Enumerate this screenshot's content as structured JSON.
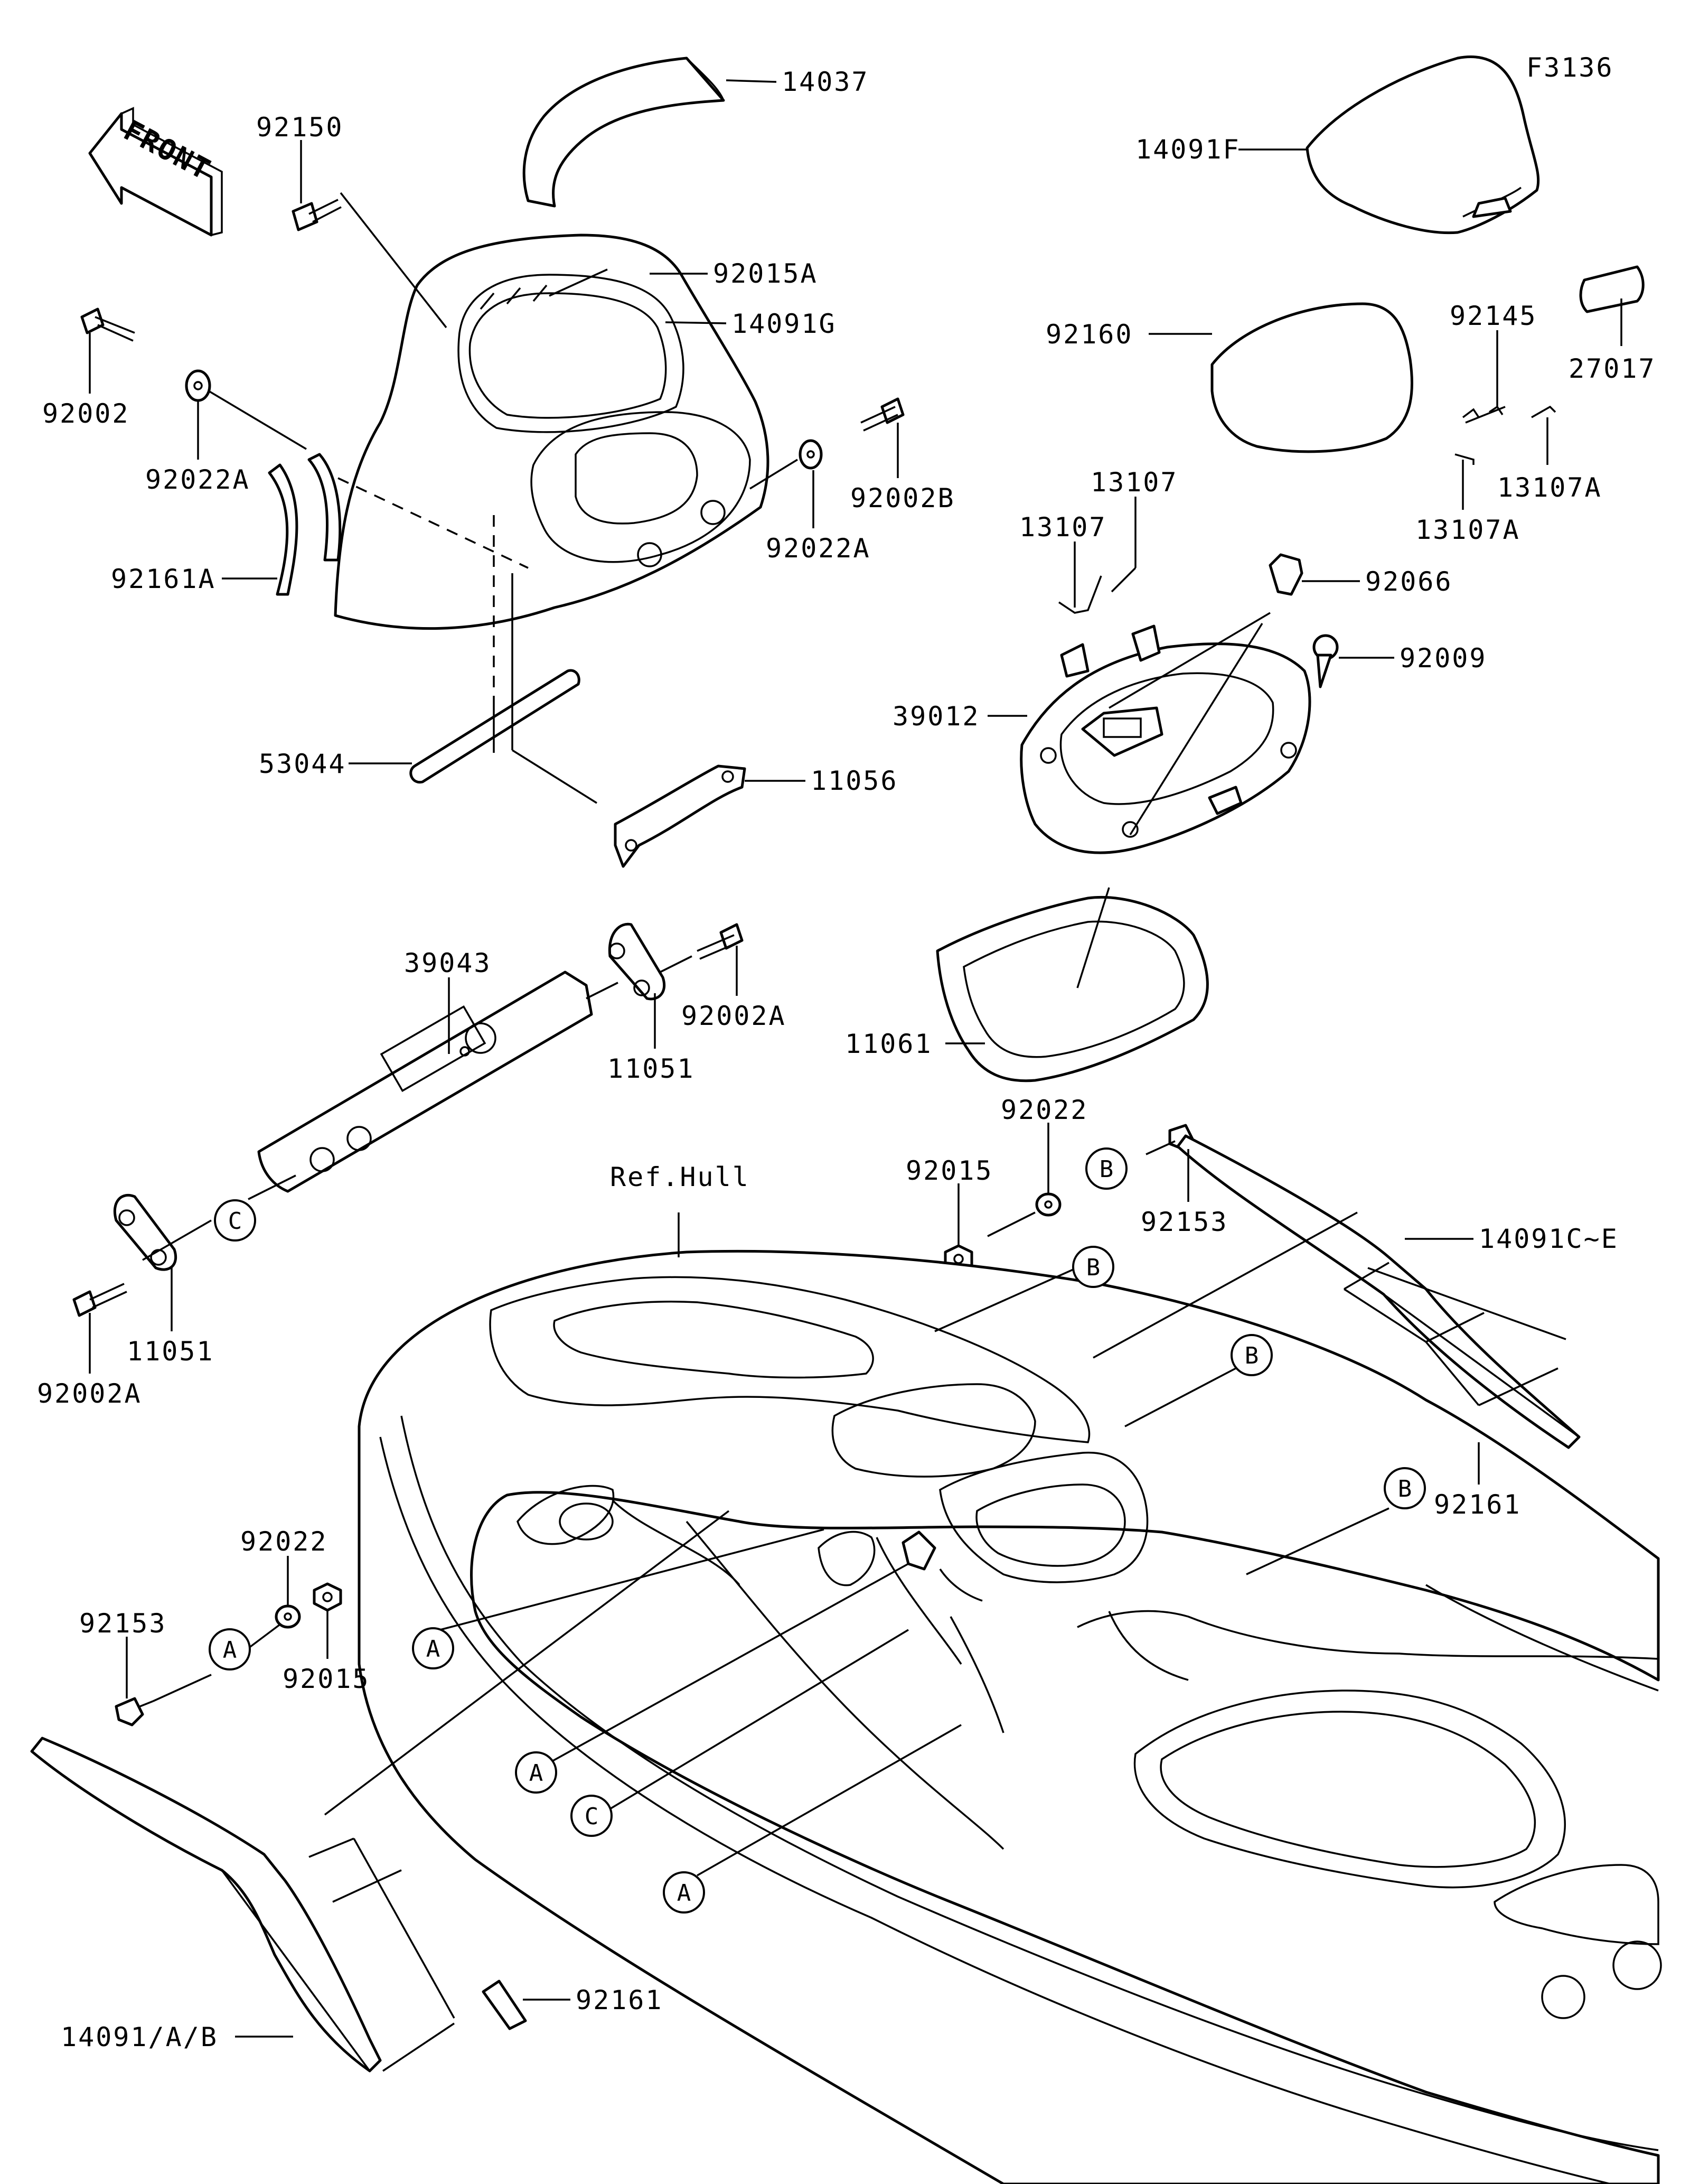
{
  "figure_code": "F3136",
  "front_marker": "FRONT",
  "reference_label": "Ref.Hull",
  "part_labels": [
    {
      "id": "p14037",
      "text": "14037"
    },
    {
      "id": "p92150",
      "text": "92150"
    },
    {
      "id": "p92015A",
      "text": "92015A"
    },
    {
      "id": "p14091G",
      "text": "14091G"
    },
    {
      "id": "p92002",
      "text": "92002"
    },
    {
      "id": "p92022A_left",
      "text": "92022A"
    },
    {
      "id": "p92161A",
      "text": "92161A"
    },
    {
      "id": "p92002B",
      "text": "92002B"
    },
    {
      "id": "p92022A_right",
      "text": "92022A"
    },
    {
      "id": "p53044",
      "text": "53044"
    },
    {
      "id": "p11056",
      "text": "11056"
    },
    {
      "id": "p14091F",
      "text": "14091F"
    },
    {
      "id": "p27017",
      "text": "27017"
    },
    {
      "id": "p92145",
      "text": "92145"
    },
    {
      "id": "p92160",
      "text": "92160"
    },
    {
      "id": "p13107_upper",
      "text": "13107"
    },
    {
      "id": "p13107_lower",
      "text": "13107"
    },
    {
      "id": "p13107A_right",
      "text": "13107A"
    },
    {
      "id": "p13107A_center",
      "text": "13107A"
    },
    {
      "id": "p92066",
      "text": "92066"
    },
    {
      "id": "p92009",
      "text": "92009"
    },
    {
      "id": "p39012",
      "text": "39012"
    },
    {
      "id": "p39043",
      "text": "39043"
    },
    {
      "id": "p92002A_top",
      "text": "92002A"
    },
    {
      "id": "p11051_top",
      "text": "11051"
    },
    {
      "id": "p11061",
      "text": "11061"
    },
    {
      "id": "p92022_right",
      "text": "92022"
    },
    {
      "id": "p92015_right",
      "text": "92015"
    },
    {
      "id": "p92153_right",
      "text": "92153"
    },
    {
      "id": "p14091C_E",
      "text": "14091C~E"
    },
    {
      "id": "p92161_right",
      "text": "92161"
    },
    {
      "id": "p92002A_bottom",
      "text": "92002A"
    },
    {
      "id": "p11051_bottom",
      "text": "11051"
    },
    {
      "id": "p92022_left",
      "text": "92022"
    },
    {
      "id": "p92153_left",
      "text": "92153"
    },
    {
      "id": "p92015_left",
      "text": "92015"
    },
    {
      "id": "p92161_bottom",
      "text": "92161"
    },
    {
      "id": "p14091_ABC",
      "text": "14091/A/B"
    }
  ],
  "reference_markers": {
    "A": "A",
    "B": "B",
    "C": "C"
  }
}
